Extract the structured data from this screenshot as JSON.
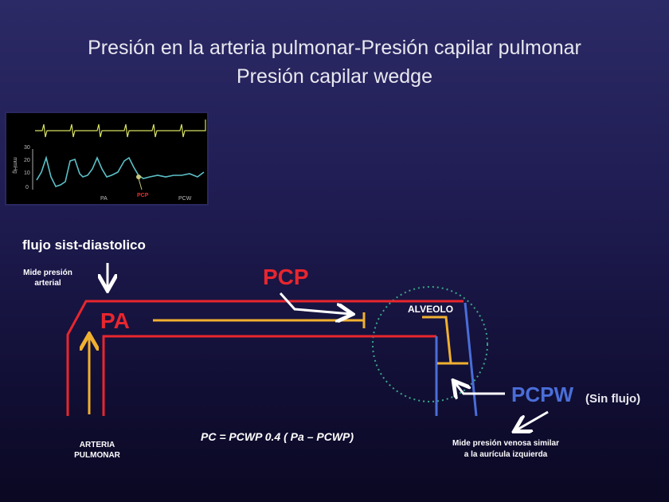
{
  "title": {
    "line1": "Presión en la arteria pulmonar-Presión capilar pulmonar",
    "line2": "Presión capilar wedge"
  },
  "monitor": {
    "y_ticks": [
      "30",
      "20",
      "10",
      "0"
    ],
    "unit": "mmHg",
    "label_pa": "PA",
    "label_pcp": "PCP",
    "label_pcw": "PCW"
  },
  "labels": {
    "flujo": "flujo sist-diastolico",
    "mide_arterial": "Mide presión arterial",
    "pcp": "PCP",
    "pa": "PA",
    "alveolo": "ALVEOLO",
    "pcpw": "PCPW",
    "sin_flujo": "(Sin flujo)",
    "arteria": "ARTERIA PULMONAR",
    "formula": "PC = PCWP  0.4 ( Pa – PCWP)",
    "mide_venosa": "Mide presión venosa similar a la aurícula izquierda"
  },
  "colors": {
    "red": "#e8262e",
    "blue": "#4a6ed8",
    "yellow": "#f0b030",
    "green": "#3aa888"
  }
}
